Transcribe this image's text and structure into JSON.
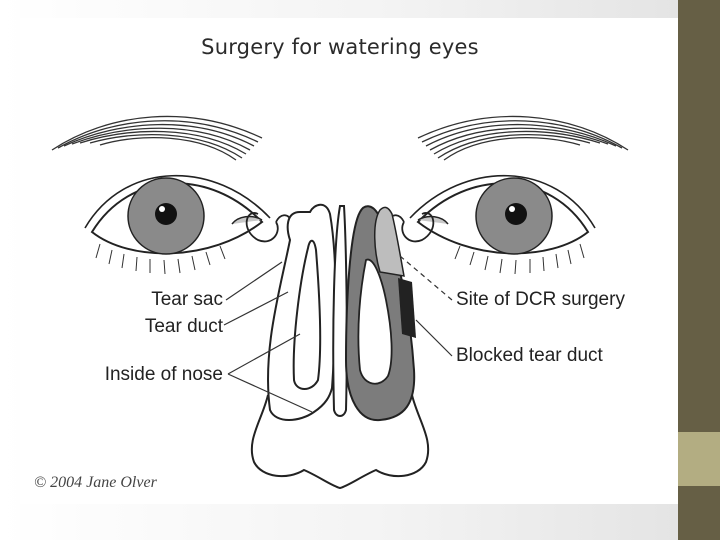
{
  "diagram": {
    "title": "Surgery for watering eyes",
    "labels": {
      "tear_sac": "Tear sac",
      "tear_duct": "Tear duct",
      "inside_nose": "Inside of nose",
      "dcr_site": "Site of DCR surgery",
      "blocked_duct": "Blocked tear duct"
    },
    "credit": "© 2004 Jane Olver"
  },
  "colors": {
    "side_bar": "#665f45",
    "side_accent": "#b3ad82",
    "iris": "#8a8a8a",
    "duct_fill": "#7c7c7c",
    "blockage": "#222222"
  }
}
